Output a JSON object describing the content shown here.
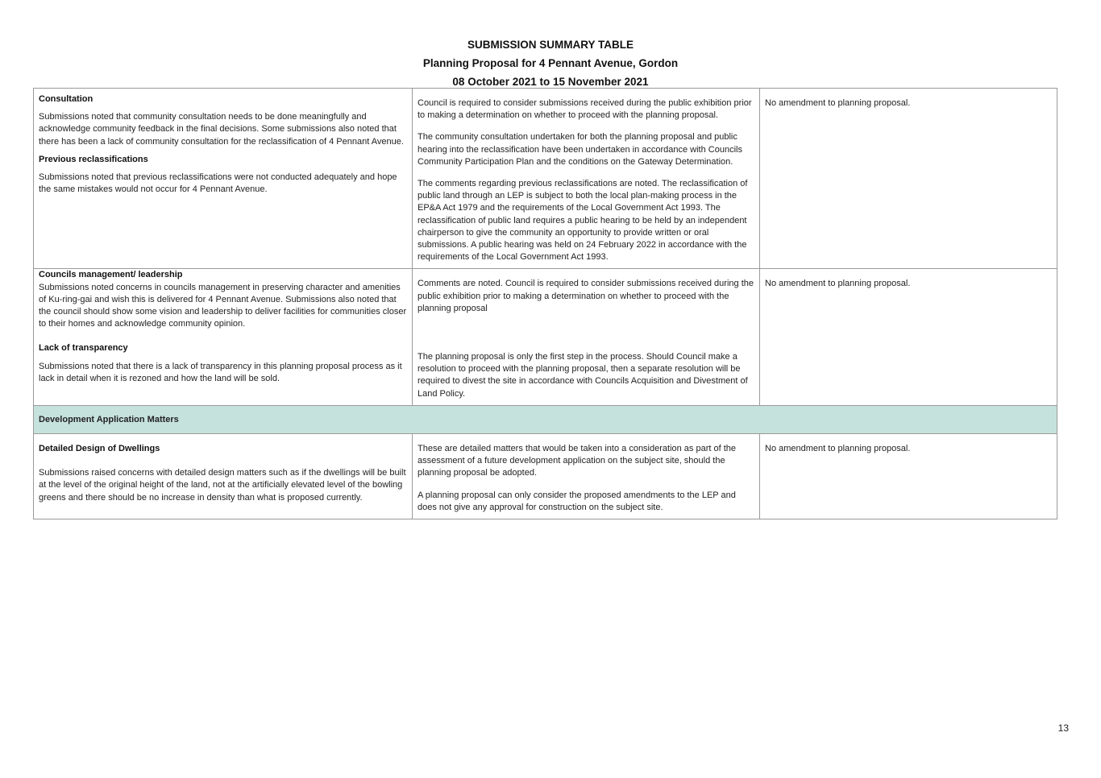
{
  "header": {
    "title": "SUBMISSION SUMMARY TABLE",
    "subtitle": "Planning Proposal for 4 Pennant Avenue, Gordon",
    "date_range": "08 October 2021 to 15 November 2021"
  },
  "table": {
    "rows": [
      {
        "issues": [
          {
            "heading": "Consultation",
            "text": "Submissions noted that community consultation needs to be done meaningfully and acknowledge community feedback in the final decisions. Some submissions also noted that there has been a lack of community consultation for the reclassification of 4 Pennant Avenue."
          },
          {
            "heading": "Previous reclassifications",
            "text": "Submissions noted that previous reclassifications were not conducted adequately and hope the same mistakes would not occur for 4 Pennant Avenue."
          }
        ],
        "responses": [
          "Council is required to consider submissions received during the public exhibition prior to making a determination on whether to proceed with the planning proposal.",
          "The community consultation undertaken for both the planning proposal and public hearing into the reclassification have been undertaken in accordance with Councils Community Participation Plan and the conditions on the Gateway Determination.",
          "The comments regarding previous reclassifications are noted. The reclassification of public land through an LEP is subject to both the local plan-making process in the EP&A Act 1979 and the requirements of the Local Government Act 1993. The reclassification of public land requires a public hearing to be held by an independent chairperson to give the community an opportunity to provide written or oral submissions. A public hearing was held on 24 February 2022 in accordance with the requirements of the Local Government Act 1993."
        ],
        "outcome": "No amendment to planning proposal."
      },
      {
        "issues": [
          {
            "heading": "Councils management/ leadership",
            "text": "Submissions noted concerns in councils management in preserving character and amenities of Ku-ring-gai and wish this is delivered for 4 Pennant Avenue. Submissions also noted that the council should show some vision and leadership to deliver facilities for communities closer to their homes and acknowledge community opinion."
          },
          {
            "heading": "Lack of transparency",
            "text": "Submissions noted that there is a lack of transparency in this planning proposal process as it lack in detail when it is rezoned and how the land will be sold."
          }
        ],
        "responses": [
          "Comments are noted. Council is required to consider submissions received during the public exhibition prior to making a determination on whether to proceed with the planning proposal",
          "The planning proposal is only the first step in the process. Should Council make a resolution to proceed with the planning proposal, then a separate resolution will be required to divest the site in accordance with Councils Acquisition and Divestment of Land Policy."
        ],
        "outcome": "No amendment to planning proposal."
      },
      {
        "section_heading": "Development Application Matters"
      },
      {
        "issues": [
          {
            "heading": "Detailed Design of Dwellings",
            "text": "Submissions raised concerns with detailed design matters such as if the dwellings will be built at the level of the original height of the land, not at the artificially elevated level of the bowling greens and there should be no increase in density than what is proposed currently."
          }
        ],
        "responses": [
          "These are detailed matters that would be taken into a consideration as part of the assessment of a future development application on the subject site, should the planning proposal be adopted.",
          "A planning proposal can only consider the proposed amendments to the LEP and does not give any approval for construction on the subject site."
        ],
        "outcome": "No amendment to planning proposal."
      }
    ]
  },
  "footer": {
    "page_number": "13"
  },
  "colors": {
    "section_fill": "#c6e2dc",
    "border": "#9a9a9a"
  }
}
